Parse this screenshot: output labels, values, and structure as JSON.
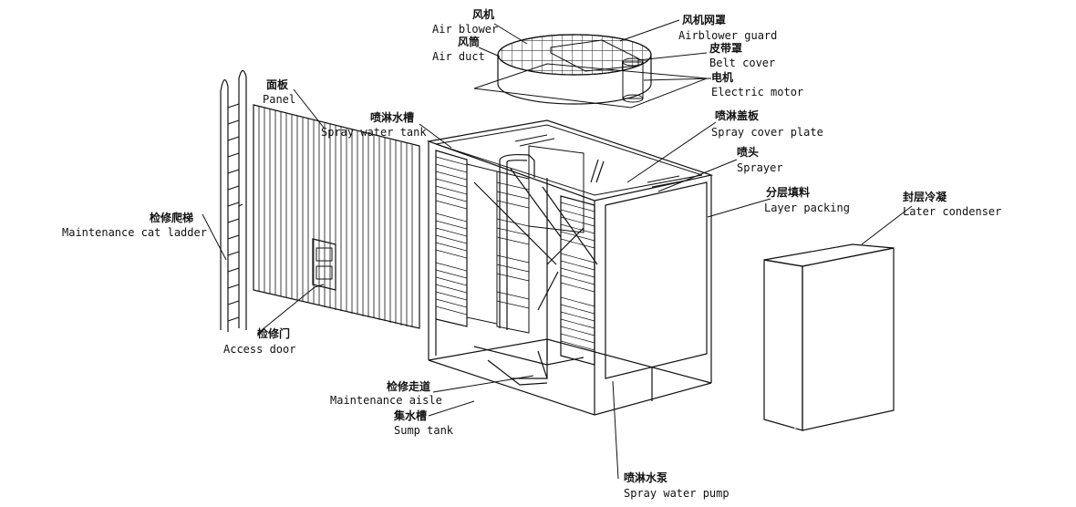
{
  "labels": {
    "air_blower": {
      "cn": "风机",
      "en": "Air blower"
    },
    "air_duct": {
      "cn": "风筒",
      "en": "Air duct"
    },
    "airblower_guard": {
      "cn": "风机网罩",
      "en": "Airblower guard"
    },
    "belt_cover": {
      "cn": "皮带罩",
      "en": "Belt cover"
    },
    "electric_motor": {
      "cn": "电机",
      "en": "Electric motor"
    },
    "panel": {
      "cn": "面板",
      "en": "Panel"
    },
    "spray_water_tank": {
      "cn": "喷淋水槽",
      "en": "Spray water tank"
    },
    "spray_cover_plate": {
      "cn": "喷淋盖板",
      "en": "Spray cover plate"
    },
    "sprayer": {
      "cn": "喷头",
      "en": "Sprayer"
    },
    "layer_packing": {
      "cn": "分层填料",
      "en": "Layer packing"
    },
    "later_condenser": {
      "cn": "封层冷凝",
      "en": "Later condenser"
    },
    "maintenance_cat_ladder": {
      "cn": "检修爬梯",
      "en": "Maintenance cat ladder"
    },
    "access_door": {
      "cn": "检修门",
      "en": "Access door"
    },
    "maintenance_aisle": {
      "cn": "检修走道",
      "en": "Maintenance aisle"
    },
    "sump_tank": {
      "cn": "集水槽",
      "en": "Sump tank"
    },
    "spray_water_pump": {
      "cn": "喷淋水泵",
      "en": "Spray water pump"
    }
  },
  "colors": {
    "line": "#111111",
    "packing": "#6e6e6e",
    "background": "#ffffff"
  }
}
